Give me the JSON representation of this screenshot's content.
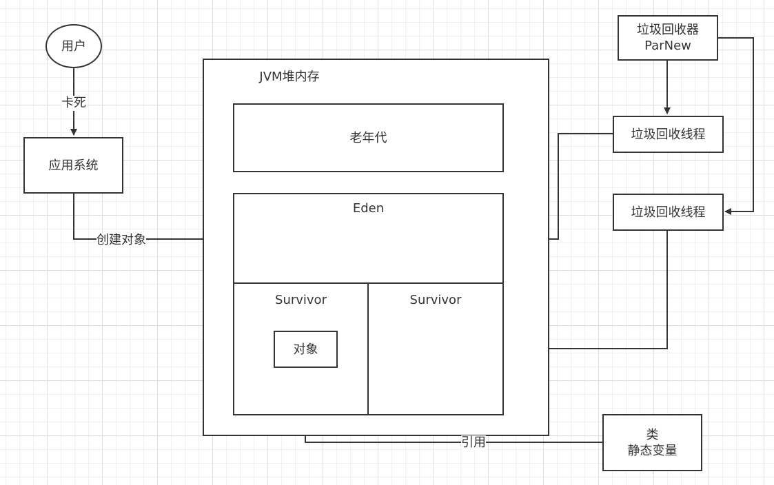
{
  "nodes": {
    "user": "用户",
    "app_system": "应用系统",
    "jvm_heap": "JVM堆内存",
    "old_gen": "老年代",
    "eden": "Eden",
    "survivor_left": "Survivor",
    "survivor_right": "Survivor",
    "object": "对象",
    "gc_collector_line1": "垃圾回收器",
    "gc_collector_line2": "ParNew",
    "gc_thread_top": "垃圾回收线程",
    "gc_thread_bottom": "垃圾回收线程",
    "class_line1": "类",
    "class_line2": "静态变量"
  },
  "edges": {
    "user_to_app": "卡死",
    "app_to_eden": "创建对象",
    "class_to_object": "引用"
  },
  "colors": {
    "line": "#333333",
    "grid": "#dcdcdc",
    "background": "#ffffff"
  }
}
